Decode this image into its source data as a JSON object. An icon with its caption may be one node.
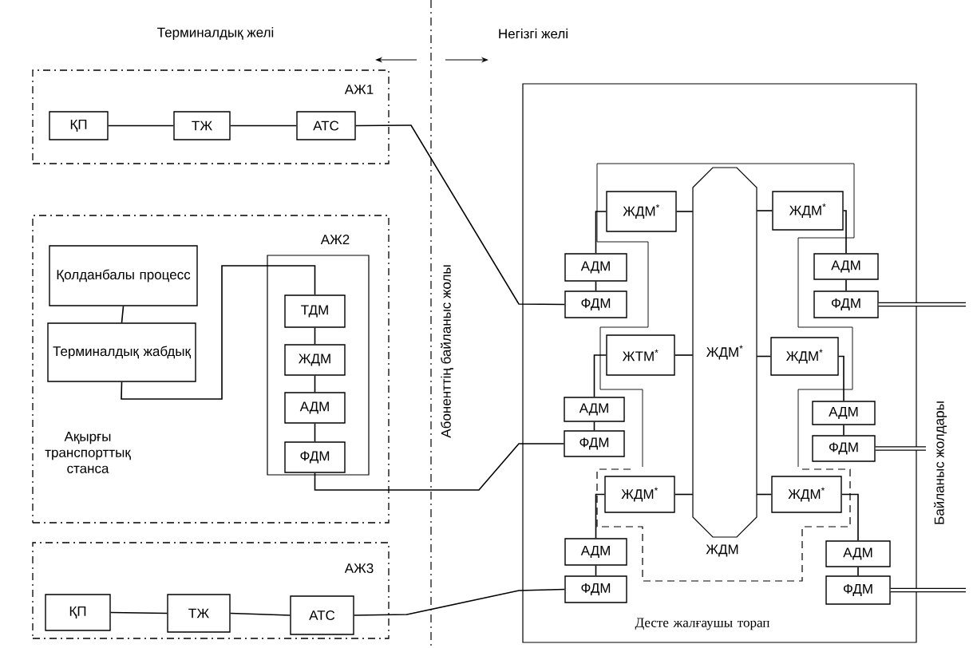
{
  "diagram": {
    "nodes": [
      {
        "text": [
          "АЖ1"
        ]
      },
      {
        "text": [
          "ҚП"
        ],
        "in": 0
      },
      {
        "text": [
          "ТЖ"
        ],
        "in": 0
      },
      {
        "text": [
          "АТС"
        ],
        "in": 0
      },
      {
        "text": [
          "АЖ2",
          "Ақырғы транспорттық станса"
        ]
      },
      {
        "text": [
          "Қолданбалы процесс"
        ],
        "in": 4
      },
      {
        "text": [
          "Терминалдық жабдық"
        ],
        "in": 4
      },
      {
        "text": [],
        "shape": "box",
        "in": 4
      },
      {
        "text": [
          "ТДМ"
        ],
        "in": 7
      },
      {
        "text": [
          "ЖДМ"
        ],
        "in": 7
      },
      {
        "text": [
          "АДМ"
        ],
        "in": 7
      },
      {
        "text": [
          "ФДМ"
        ],
        "in": 7
      },
      {
        "text": [
          "АЖ3"
        ]
      },
      {
        "text": [
          "ҚП"
        ],
        "in": 12
      },
      {
        "text": [
          "ТЖ"
        ],
        "in": 12
      },
      {
        "text": [
          "АТС"
        ],
        "in": 12
      },
      {
        "text": [
          "Десте жалғаушы торап"
        ]
      },
      {
        "text": [
          "ЖДМ$^{*}$"
        ],
        "in": 16
      },
      {
        "text": [
          "ЖДМ$^{*}$"
        ],
        "in": 16
      },
      {
        "text": [
          "ЖДМ$^{*}$"
        ],
        "in": 16
      },
      {
        "text": [
          "АДМ"
        ],
        "in": 16
      },
      {
        "text": [
          "ФДМ"
        ],
        "in": 16
      },
      {
        "text": [
          "АДМ"
        ],
        "in": 16
      },
      {
        "text": [
          "ФДМ"
        ],
        "in": 16
      },
      {
        "text": [
          "ЖТМ$^{*}$"
        ],
        "in": 16
      },
      {
        "text": [
          "ЖДМ$^{*}$"
        ],
        "in": 16
      },
      {
        "text": [
          "АДМ"
        ],
        "in": 16
      },
      {
        "text": [
          "ФДМ"
        ],
        "in": 16
      },
      {
        "text": [
          "АДМ"
        ],
        "in": 16
      },
      {
        "text": [
          "ФДМ"
        ],
        "in": 16
      },
      {
        "text": [
          "ЖДМ"
        ],
        "in": 16
      },
      {
        "text": [
          "ЖДМ$^{*}$"
        ],
        "in": 30
      },
      {
        "text": [
          "ЖДМ$^{*}$"
        ],
        "in": 30
      },
      {
        "text": [
          "АДМ"
        ],
        "in": 16
      },
      {
        "text": [
          "ФДМ"
        ],
        "in": 16
      },
      {
        "text": [
          "АДМ"
        ],
        "in": 16
      },
      {
        "text": [
          "ФДМ"
        ],
        "in": 16
      }
    ],
    "edges": [
      {
        "from": 1,
        "to": 2,
        "arrow": "none"
      },
      {
        "from": 2,
        "to": 3,
        "arrow": "none"
      },
      {
        "from": 3,
        "to": 21,
        "arrow": "none"
      },
      {
        "from": 5,
        "to": 6,
        "arrow": "none"
      },
      {
        "from": 6,
        "to": 8,
        "arrow": "none"
      },
      {
        "from": 8,
        "to": 9,
        "arrow": "none"
      },
      {
        "from": 9,
        "to": 10,
        "arrow": "none"
      },
      {
        "from": 10,
        "to": 11,
        "arrow": "none"
      },
      {
        "from": 11,
        "to": 27,
        "arrow": "none"
      },
      {
        "from": 13,
        "to": 14,
        "arrow": "none"
      },
      {
        "from": 14,
        "to": 15,
        "arrow": "none"
      },
      {
        "from": 15,
        "to": 34,
        "arrow": "none"
      },
      {
        "from": 17,
        "to": 18,
        "arrow": "none"
      },
      {
        "from": 17,
        "to": 20,
        "arrow": "none"
      },
      {
        "from": 20,
        "to": 21,
        "arrow": "none"
      },
      {
        "from": 19,
        "to": 18,
        "arrow": "none"
      },
      {
        "from": 19,
        "to": 22,
        "arrow": "none"
      },
      {
        "from": 22,
        "to": 23,
        "arrow": "none"
      },
      {
        "from": 23,
        "to": null,
        "arrow": "none",
        "style": "thick"
      },
      {
        "from": 24,
        "to": 18,
        "arrow": "none"
      },
      {
        "from": 24,
        "to": 26,
        "arrow": "none"
      },
      {
        "from": 26,
        "to": 27,
        "arrow": "none"
      },
      {
        "from": 25,
        "to": 18,
        "arrow": "none"
      },
      {
        "from": 25,
        "to": 28,
        "arrow": "none"
      },
      {
        "from": 28,
        "to": 29,
        "arrow": "none"
      },
      {
        "from": 29,
        "to": null,
        "arrow": "none",
        "style": "thick"
      },
      {
        "from": 31,
        "to": 18,
        "arrow": "none"
      },
      {
        "from": 31,
        "to": 33,
        "arrow": "none"
      },
      {
        "from": 33,
        "to": 34,
        "arrow": "none"
      },
      {
        "from": 32,
        "to": 18,
        "arrow": "none"
      },
      {
        "from": 32,
        "to": 35,
        "arrow": "none"
      },
      {
        "from": 35,
        "to": 36,
        "arrow": "none"
      },
      {
        "from": 36,
        "to": null,
        "arrow": "none",
        "style": "thick"
      }
    ],
    "labels": [
      "Терминалдық желі",
      "Негізгі желі",
      "Абоненттің байланыс жолы",
      "Байланыс жолдары"
    ]
  }
}
